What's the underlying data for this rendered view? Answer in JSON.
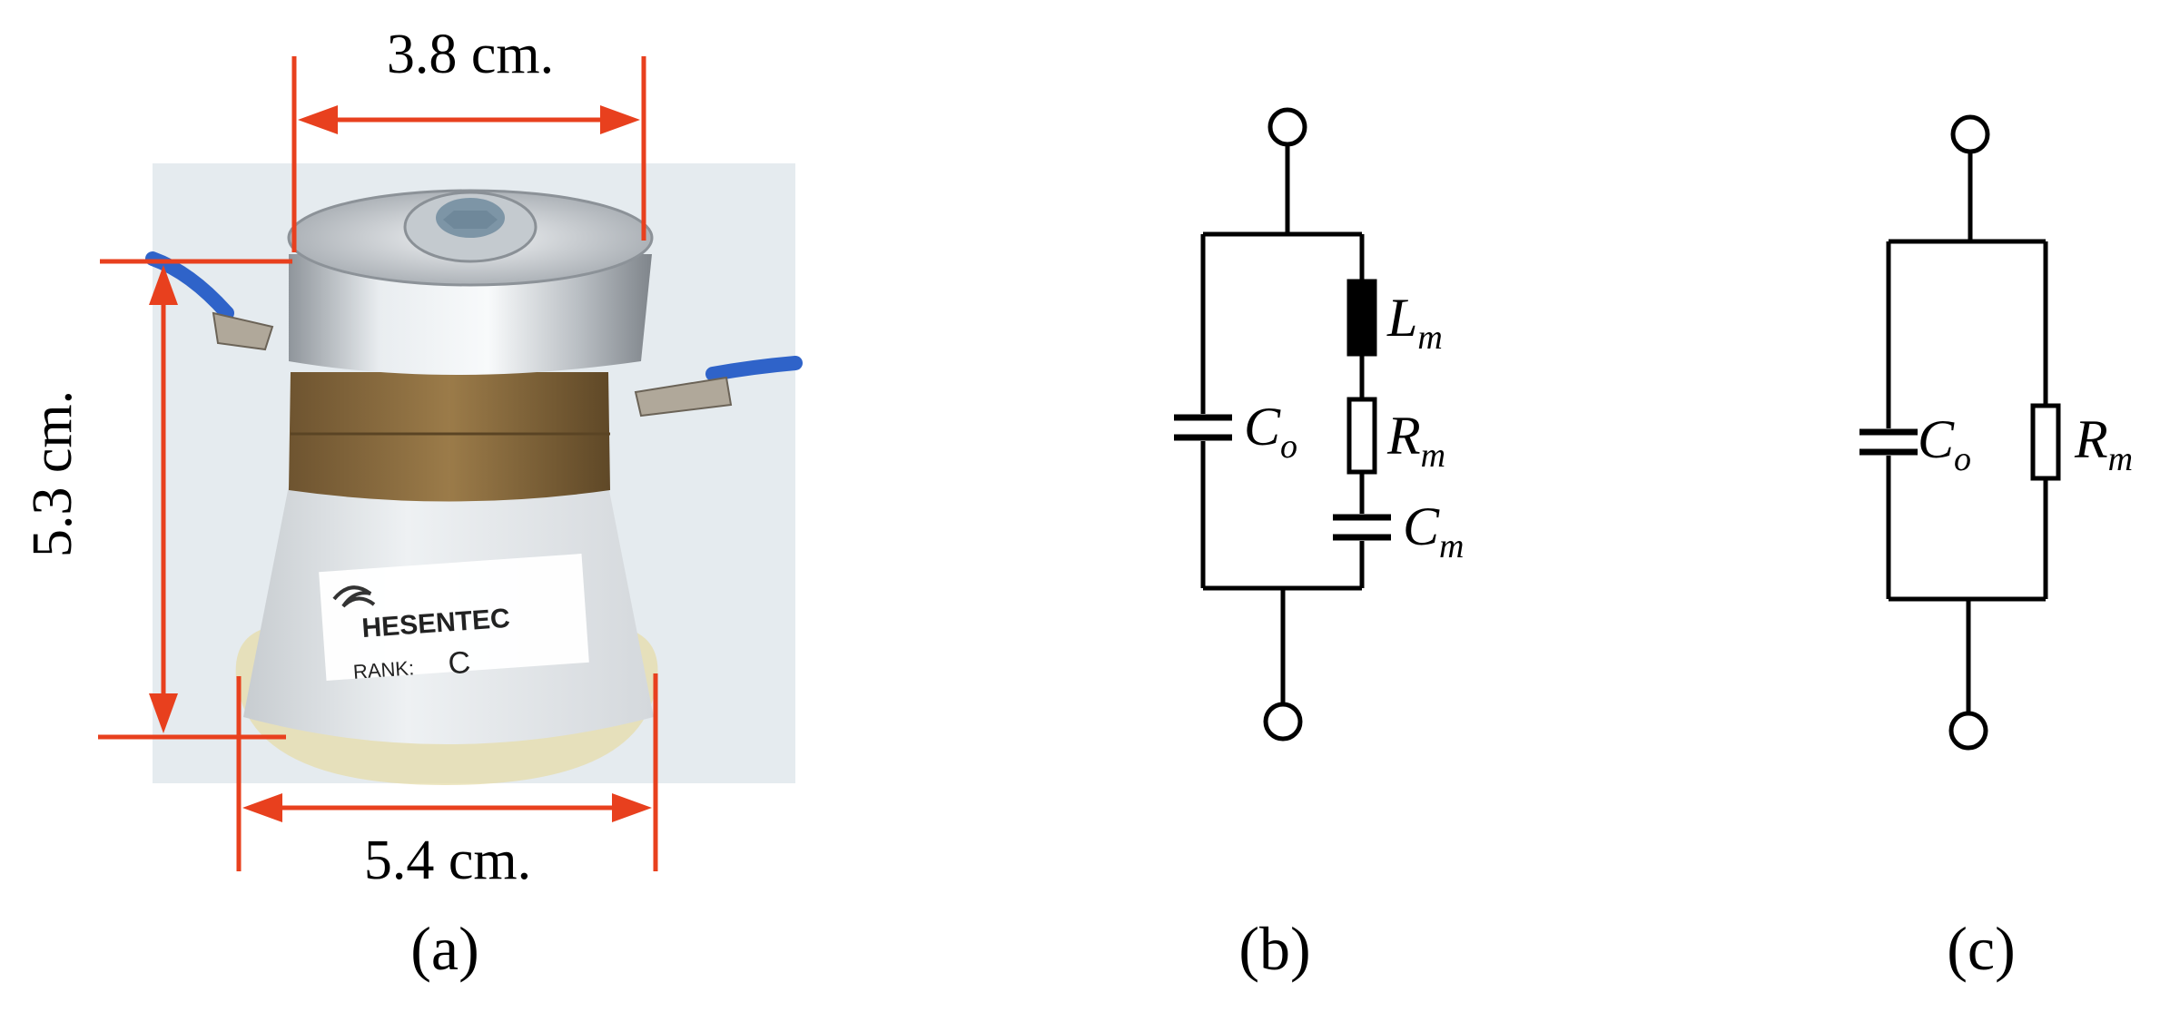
{
  "panel_a": {
    "caption": "(a)",
    "dim_top": "3.8 cm.",
    "dim_bottom": "5.4 cm.",
    "dim_left": "5.3 cm.",
    "label_brand": "HESENTEC",
    "label_rank": "RANK:",
    "label_rank_value": "C"
  },
  "panel_b": {
    "caption": "(b)",
    "labels": {
      "co_main": "C",
      "co_sub": "o",
      "lm_main": "L",
      "lm_sub": "m",
      "rm_main": "R",
      "rm_sub": "m",
      "cm_main": "C",
      "cm_sub": "m"
    }
  },
  "panel_c": {
    "caption": "(c)",
    "labels": {
      "co_main": "C",
      "co_sub": "o",
      "rm_main": "R",
      "rm_sub": "m"
    }
  },
  "colors": {
    "dimension": "#e8401e",
    "wire": "#000000",
    "photo_bg": "#e5ebef",
    "metal": "#c8cdd2",
    "band": "#8a6b3c",
    "cable": "#2f63c9",
    "glue": "#e6dcaa"
  }
}
